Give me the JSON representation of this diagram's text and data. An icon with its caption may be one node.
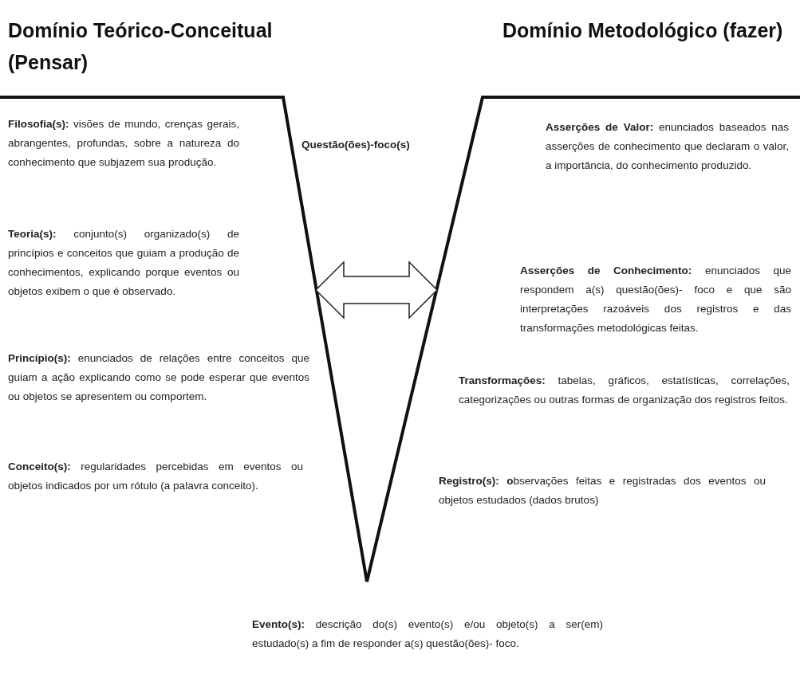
{
  "diagram": {
    "nodes": [
      {
        "text": [
          "Domínio Teórico-Conceitual (Pensar)"
        ]
      },
      {
        "text": [
          "Domínio Metodológico (fazer)"
        ]
      },
      {
        "text": [
          "**Filosofia(s):** visões de mundo, crenças gerais, abrangentes, profundas, sobre a natureza do conhecimento que subjazem sua produção."
        ]
      },
      {
        "text": [
          "**Teoria(s):** conjunto(s) organizado(s) de princípios e conceitos que guiam a produção de conhecimentos, explicando porque eventos ou objetos exibem o que é observado."
        ]
      },
      {
        "text": [
          "**Princípio(s):** enunciados de relações entre conceitos que guiam a ação explicando como se pode esperar que eventos ou objetos se apresentem ou comportem."
        ]
      },
      {
        "text": [
          "**Conceito(s):** regularidades percebidas em eventos ou objetos indicados por um rótulo (a palavra conceito)."
        ]
      },
      {
        "text": [
          "Questão(ões)-foco(s)"
        ]
      },
      {
        "text": [
          "**Asserções de Valor:** enunciados baseados nas asserções de conhecimento que declaram o valor, a importância, do conhecimento produzido."
        ]
      },
      {
        "text": [
          "**Asserções de Conhecimento:** enunciados que respondem a(s) questão(ões)- foco e que são interpretações razoáveis dos registros e das transformações metodológicas feitas."
        ]
      },
      {
        "text": [
          "**Transformações:** tabelas, gráficos, estatísticas, correlações, categorizações ou outras formas de organização dos registros feitos."
        ]
      },
      {
        "text": [
          "**Registro(s): o**bservações feitas e registradas dos eventos ou objetos estudados (dados brutos)"
        ]
      },
      {
        "text": [
          "**Evento(s):** descrição do(s) evento(s) e/ou objeto(s) a ser(em) estudado(s) a fim de responder a(s) questão(ões)- foco."
        ]
      }
    ],
    "edges": [
      {
        "from": 3,
        "to": 8,
        "arrow": "both"
      }
    ]
  }
}
